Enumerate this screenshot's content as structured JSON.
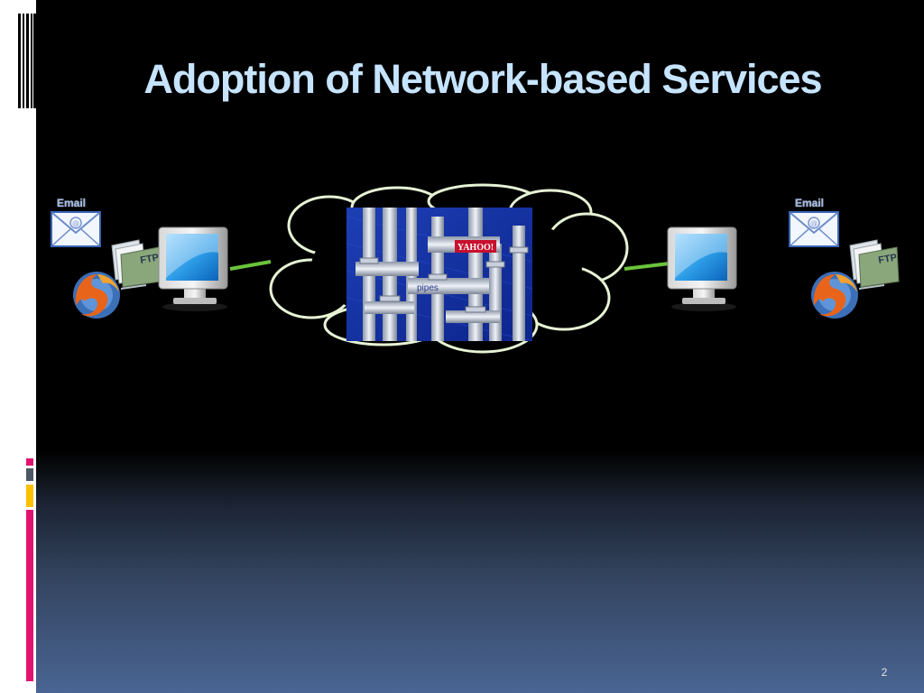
{
  "slide": {
    "title": "Adoption of Network-based Services",
    "page_number": "2"
  },
  "clients": {
    "left": {
      "email_label": "Email",
      "ftp_label": "FTP"
    },
    "right": {
      "email_label": "Email",
      "ftp_label": "FTP"
    }
  },
  "cloud_image": {
    "yahoo_label": "YAHOO!",
    "pipes_label": "pipes"
  },
  "colors": {
    "title": "#c6e4ff",
    "accent_pink": "#e3126f",
    "accent_gray": "#4d5866",
    "accent_yellow": "#ffc000",
    "link_line": "#6ac43c",
    "cloud_stroke": "#e6f3d5"
  },
  "icons": [
    "email-envelope-icon",
    "ftp-folder-icon",
    "firefox-icon",
    "computer-monitor-icon",
    "network-cloud-icon"
  ]
}
